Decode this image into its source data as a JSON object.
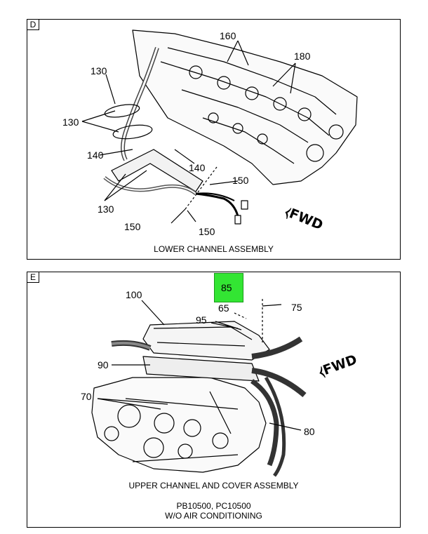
{
  "panels": [
    {
      "tag": "D",
      "caption": "LOWER CHANNEL ASSEMBLY",
      "fwd": "FWD",
      "callouts": [
        "160",
        "180",
        "130",
        "130",
        "140",
        "140",
        "150",
        "130",
        "150",
        "150"
      ]
    },
    {
      "tag": "E",
      "caption": "UPPER CHANNEL AND COVER ASSEMBLY",
      "note_line1": "PB10500, PC10500",
      "note_line2": "W/O AIR CONDITIONING",
      "fwd": "FWD",
      "callouts": [
        "85",
        "100",
        "65",
        "75",
        "95",
        "90",
        "70",
        "80"
      ],
      "highlight_color": "#33e533"
    }
  ]
}
